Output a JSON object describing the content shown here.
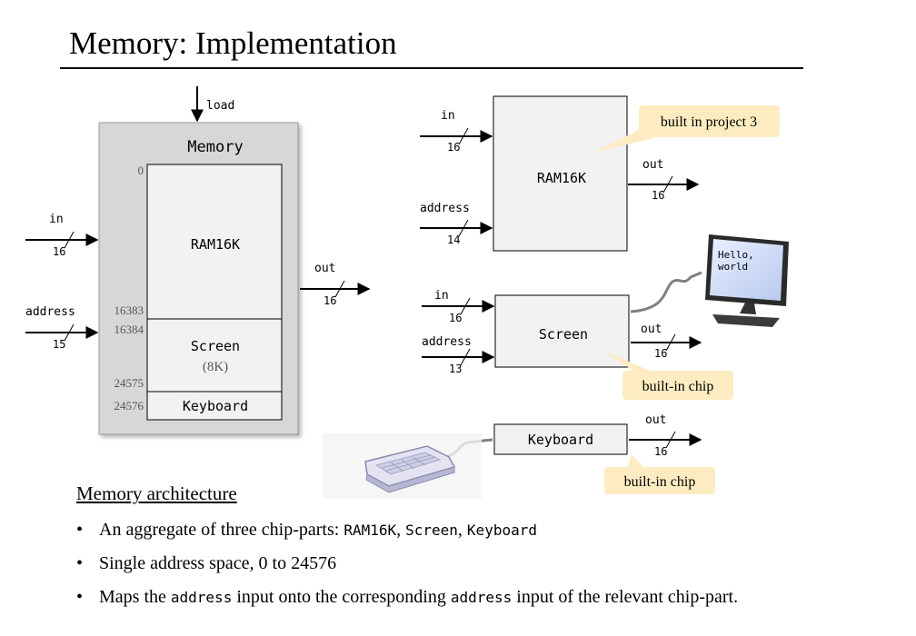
{
  "title": "Memory: Implementation",
  "memory_block": {
    "load_label": "load",
    "title": "Memory",
    "in_label": "in",
    "in_width": "16",
    "address_label": "address",
    "address_width": "15",
    "out_label": "out",
    "out_width": "16",
    "addr_0": "0",
    "addr_16383": "16383",
    "addr_16384": "16384",
    "addr_24575": "24575",
    "addr_24576": "24576",
    "ram_label": "RAM16K",
    "screen_label": "Screen",
    "screen_size": "(8K)",
    "keyboard_label": "Keyboard"
  },
  "ram_chip": {
    "label": "RAM16K",
    "in_label": "in",
    "in_width": "16",
    "address_label": "address",
    "address_width": "14",
    "out_label": "out",
    "out_width": "16",
    "callout": "built in project 3"
  },
  "screen_chip": {
    "label": "Screen",
    "in_label": "in",
    "in_width": "16",
    "address_label": "address",
    "address_width": "13",
    "out_label": "out",
    "out_width": "16",
    "callout": "built-in chip",
    "monitor_text_1": "Hello,",
    "monitor_text_2": "world"
  },
  "keyboard_chip": {
    "label": "Keyboard",
    "out_label": "out",
    "out_width": "16",
    "callout": "built-in chip"
  },
  "architecture": {
    "heading": "Memory architecture",
    "bullet_glyph": "•",
    "b1_text": "An aggregate of three chip-parts: ",
    "b1_ram": "RAM16K",
    "b1_sep1": ", ",
    "b1_screen": "Screen",
    "b1_sep2": ", ",
    "b1_keyboard": "Keyboard",
    "b2_text": "Single address space, 0 to 24576",
    "b3_pre": "Maps the ",
    "b3_code1": "address",
    "b3_mid": " input onto the corresponding ",
    "b3_code2": "address",
    "b3_post": " input of the relevant chip-part."
  },
  "colors": {
    "block_fill": "#d7d7d7",
    "chip_fill": "#f2f2f2",
    "callout_fill": "#fdecc2",
    "cable": "#808080"
  }
}
